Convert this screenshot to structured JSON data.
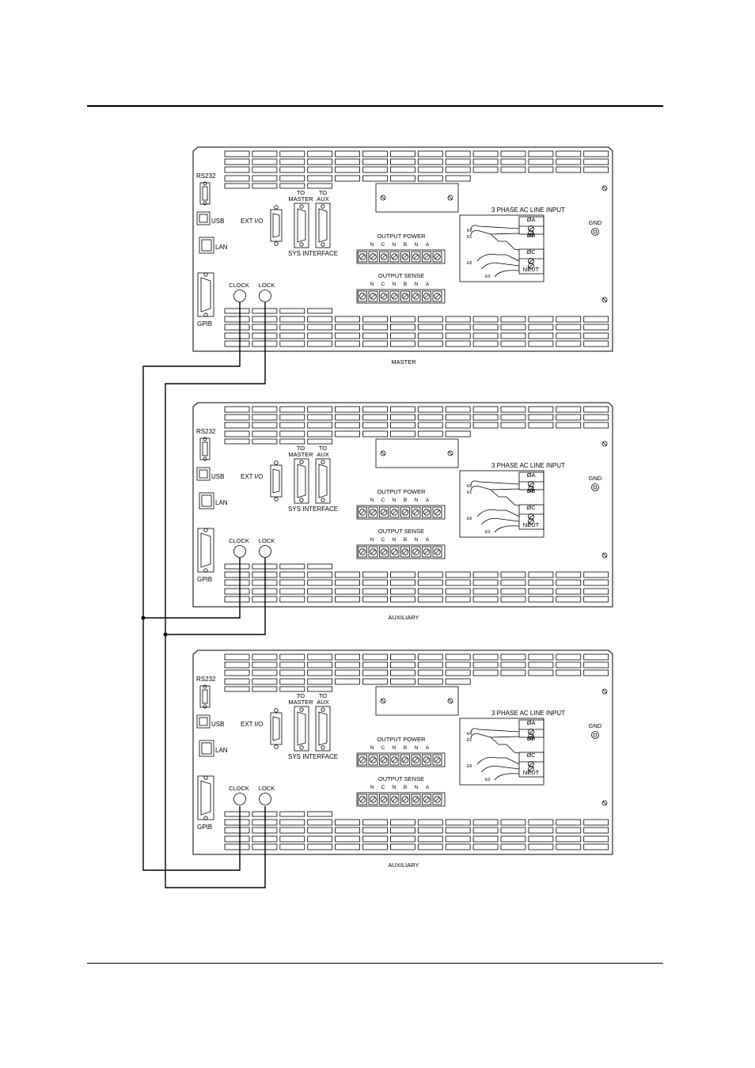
{
  "panel_labels": {
    "rs232": "RS232",
    "usb": "USB",
    "lan": "LAN",
    "gpib": "GPIB",
    "ext_io": "EXT I/O",
    "to_master": "TO MASTER",
    "to_aux": "TO AUX",
    "sys_interface": "SYS INTERFACE",
    "clock": "CLOCK",
    "lock": "LOCK",
    "output_power": "OUTPUT POWER",
    "output_sense": "OUTPUT SENSE",
    "terminal_letters": [
      "N",
      "C",
      "N",
      "B",
      "N",
      "A"
    ],
    "line_input": "3 PHASE AC LINE INPUT",
    "gnd": "GND",
    "phases": [
      "ØA",
      "ØB",
      "ØC",
      "NEUT"
    ],
    "e_labels": [
      "E6",
      "E5",
      "E8",
      "E9"
    ]
  },
  "units": [
    {
      "caption": "MASTER"
    },
    {
      "caption": "AUXILIARY"
    },
    {
      "caption": "AUXILIARY"
    }
  ]
}
